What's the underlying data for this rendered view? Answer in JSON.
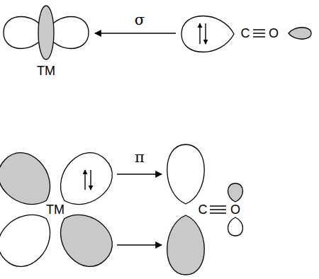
{
  "diagram": {
    "labels": [
      "σ",
      "TM",
      "C",
      "O",
      "π",
      "TM",
      "C",
      "O"
    ]
  }
}
